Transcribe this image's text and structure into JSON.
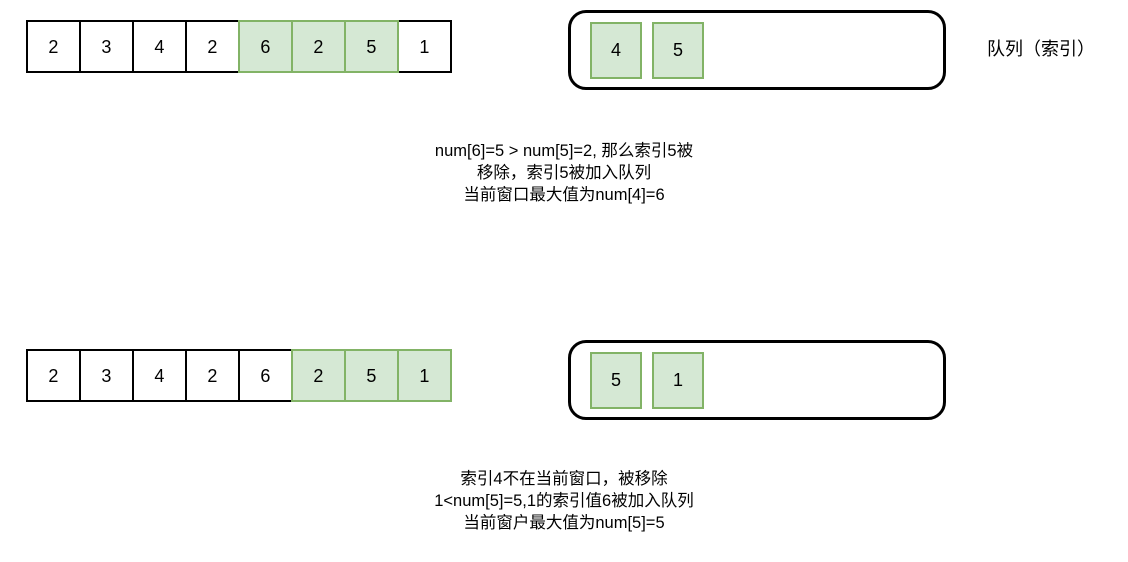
{
  "diagram": {
    "title_label": "队列（索引）",
    "colors": {
      "highlight_fill": "#d5e8d4",
      "highlight_border": "#82b366",
      "cell_border": "#000000",
      "background": "#ffffff"
    },
    "steps": [
      {
        "array": {
          "values": [
            "2",
            "3",
            "4",
            "2",
            "6",
            "2",
            "5",
            "1"
          ],
          "highlighted": [
            false,
            false,
            false,
            false,
            true,
            true,
            true,
            false
          ]
        },
        "queue": {
          "label": "队列（索引）",
          "items": [
            "4",
            "5"
          ]
        },
        "caption": {
          "lines": [
            "num[6]=5  > num[5]=2, 那么索引5被",
            "移除，索引5被加入队列",
            "当前窗口最大值为num[4]=6"
          ]
        }
      },
      {
        "array": {
          "values": [
            "2",
            "3",
            "4",
            "2",
            "6",
            "2",
            "5",
            "1"
          ],
          "highlighted": [
            false,
            false,
            false,
            false,
            false,
            true,
            true,
            true
          ]
        },
        "queue": {
          "label": "",
          "items": [
            "5",
            "1"
          ]
        },
        "caption": {
          "lines": [
            "索引4不在当前窗口，被移除",
            "1<num[5]=5,1的索引值6被加入队列",
            "当前窗户最大值为num[5]=5"
          ]
        }
      }
    ]
  }
}
